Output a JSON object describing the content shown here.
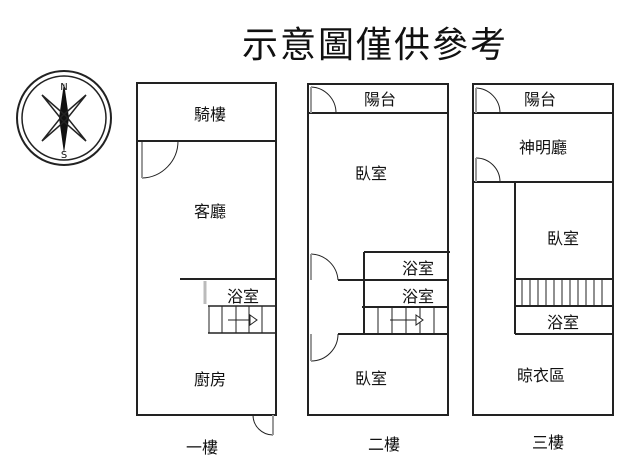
{
  "title": "示意圖僅供參考",
  "compass": {
    "north": "N",
    "south": "S"
  },
  "floors": [
    {
      "name": "一樓",
      "rooms": [
        "騎樓",
        "客廳",
        "浴室",
        "廚房"
      ]
    },
    {
      "name": "二樓",
      "rooms": [
        "陽台",
        "臥室",
        "浴室",
        "浴室",
        "臥室"
      ]
    },
    {
      "name": "三樓",
      "rooms": [
        "陽台",
        "神明廳",
        "臥室",
        "浴室",
        "晾衣區"
      ]
    }
  ]
}
